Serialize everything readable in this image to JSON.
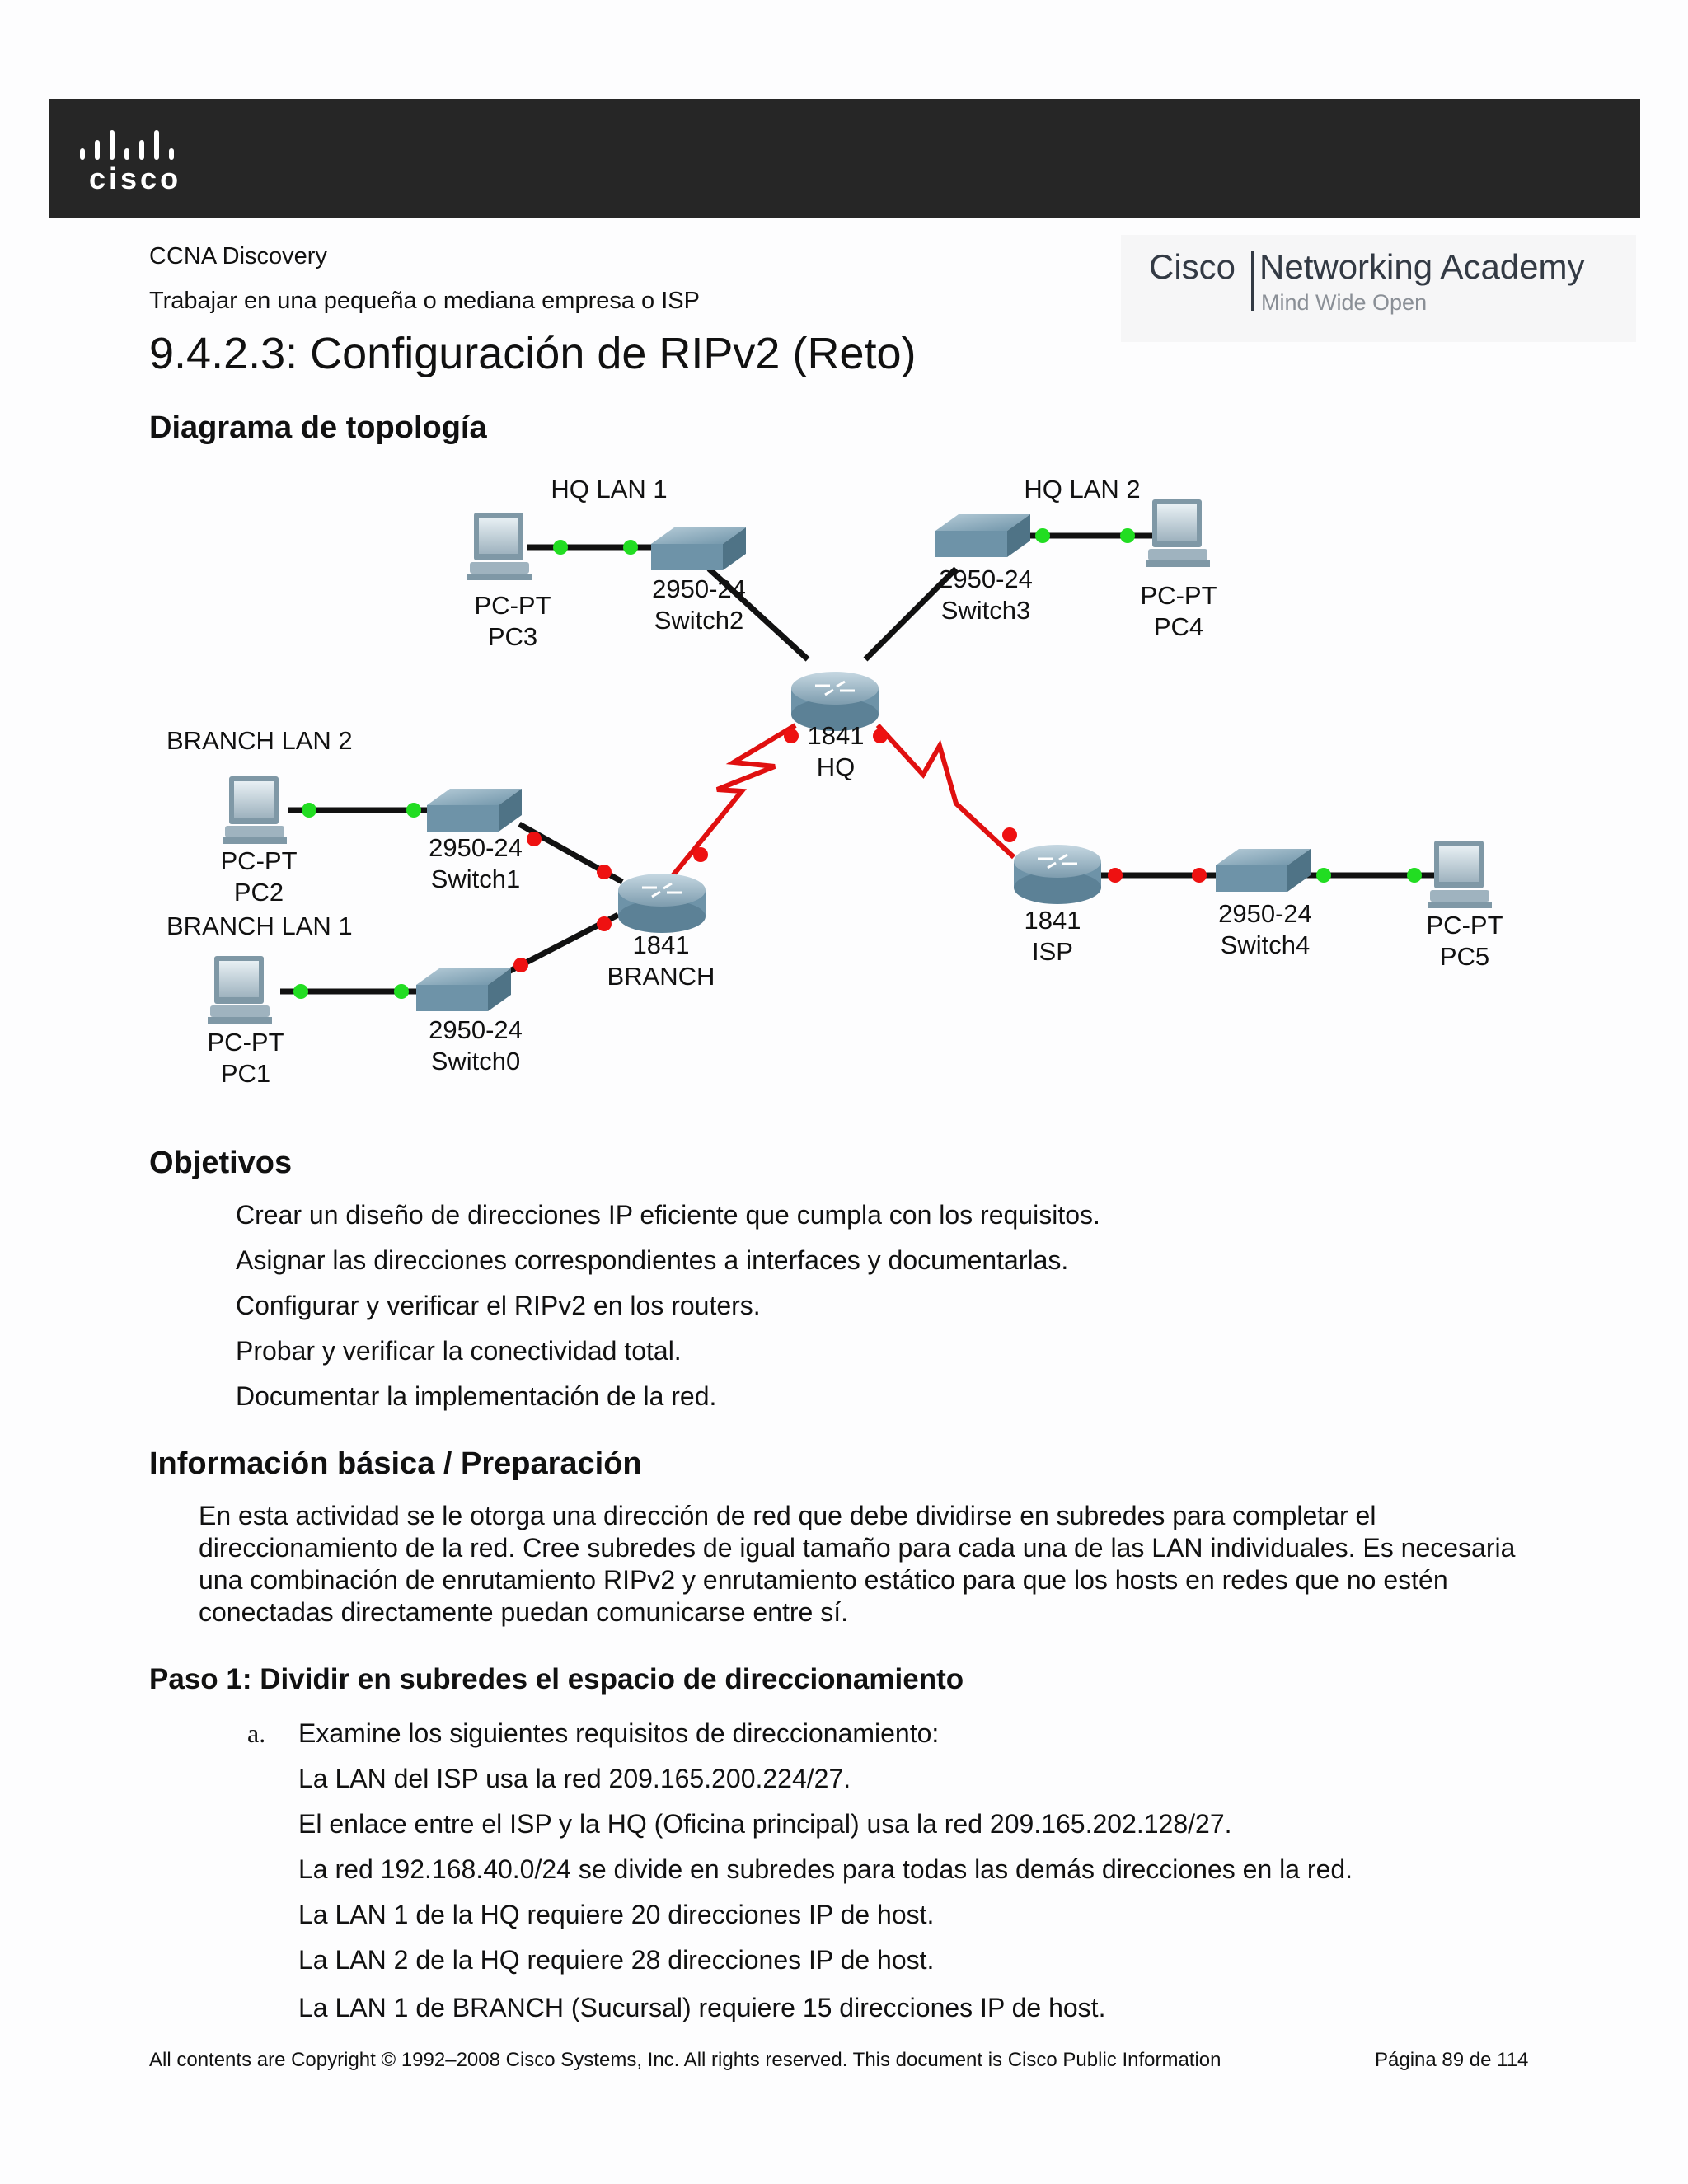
{
  "header": {
    "logo_text": "cisco",
    "line1": "CCNA Discovery",
    "line2": "Trabajar en una pequeña o mediana empresa o ISP",
    "academy_cisco": "Cisco",
    "academy_name": "Networking Academy",
    "academy_tagline": "Mind Wide Open",
    "title": "9.4.2.3: Configuración de RIPv2 (Reto)"
  },
  "topology": {
    "heading": "Diagrama de topología",
    "lan_labels": {
      "hq_lan1": "HQ LAN 1",
      "hq_lan2": "HQ LAN 2",
      "branch_lan2": "BRANCH LAN 2",
      "branch_lan1": "BRANCH LAN 1"
    },
    "devices": {
      "pc3": {
        "model": "PC-PT",
        "name": "PC3"
      },
      "pc4": {
        "model": "PC-PT",
        "name": "PC4"
      },
      "pc2": {
        "model": "PC-PT",
        "name": "PC2"
      },
      "pc1": {
        "model": "PC-PT",
        "name": "PC1"
      },
      "pc5": {
        "model": "PC-PT",
        "name": "PC5"
      },
      "switch2": {
        "model": "2950-24",
        "name": "Switch2"
      },
      "switch3": {
        "model": "2950-24",
        "name": "Switch3"
      },
      "switch1": {
        "model": "2950-24",
        "name": "Switch1"
      },
      "switch0": {
        "model": "2950-24",
        "name": "Switch0"
      },
      "switch4": {
        "model": "2950-24",
        "name": "Switch4"
      },
      "hq": {
        "model": "1841",
        "name": "HQ"
      },
      "branch": {
        "model": "1841",
        "name": "BRANCH"
      },
      "isp": {
        "model": "1841",
        "name": "ISP"
      }
    },
    "colors": {
      "link": "#111111",
      "serial": "#e01010",
      "link_up": "#22dd22",
      "link_down": "#ee1111"
    }
  },
  "objectives": {
    "heading": "Objetivos",
    "items": [
      "Crear un diseño de direcciones IP eficiente que cumpla con los requisitos.",
      "Asignar las direcciones correspondientes a interfaces y documentarlas.",
      "Configurar y verificar el RIPv2 en los routers.",
      "Probar y verificar la conectividad total.",
      "Documentar la implementación de la red."
    ]
  },
  "background": {
    "heading": "Información básica / Preparación",
    "text": "En esta actividad se le otorga una dirección de red que debe dividirse en subredes para completar el direccionamiento de la red. Cree subredes de igual tamaño para cada una de las LAN individuales. Es necesaria una combinación de enrutamiento RIPv2 y enrutamiento estático para que los hosts en redes que no estén conectadas directamente puedan comunicarse entre sí."
  },
  "step1": {
    "heading": "Paso 1: Dividir en subredes el espacio de direccionamiento",
    "marker": "a.",
    "intro": "Examine los siguientes requisitos de direccionamiento:",
    "requirements": [
      "La LAN del ISP usa la red 209.165.200.224/27.",
      "El enlace entre el ISP y la HQ (Oficina principal) usa la red 209.165.202.128/27.",
      "La red 192.168.40.0/24 se divide en subredes para todas las demás direcciones en la red.",
      "La LAN 1 de la HQ requiere 20 direcciones IP de host.",
      "La LAN 2 de la HQ requiere 28 direcciones IP de host.",
      "La LAN 1 de BRANCH (Sucursal) requiere 15 direcciones IP de host."
    ]
  },
  "footer": {
    "copyright": "All contents are Copyright © 1992–2008 Cisco Systems, Inc. All rights reserved. This document is Cisco Public Information",
    "page": "Página 89 de 114"
  }
}
